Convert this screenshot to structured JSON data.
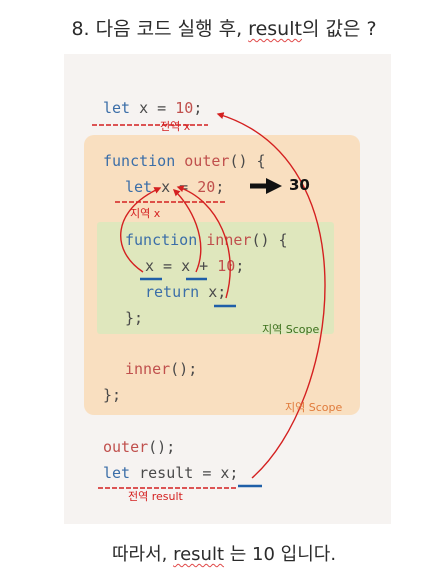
{
  "title": {
    "prefix": "8. 다음 코드 실행 후, ",
    "keyword": "result",
    "suffix": "의 값은 ?"
  },
  "code": {
    "l1": {
      "kw": "let",
      "rest": " x = ",
      "num": "10",
      "end": ";"
    },
    "l2": {
      "kw": "function",
      "name": " outer",
      "rest": "() {"
    },
    "l3": {
      "kw": "let",
      "rest": " x = ",
      "num": "20",
      "end": ";"
    },
    "l4": {
      "kw": "function",
      "name": " inner",
      "rest": "() {"
    },
    "l5": {
      "pre": "x = x + ",
      "num": "10",
      "end": ";"
    },
    "l6": {
      "kw": "return",
      "rest": " x;"
    },
    "l7": "};",
    "l8": {
      "name": "inner",
      "rest": "();"
    },
    "l9": "};",
    "l10": {
      "name": "outer",
      "rest": "();"
    },
    "l11": {
      "kw": "let",
      "rest": " result = x;"
    }
  },
  "labels": {
    "global_x": "전역 x",
    "local_x": "지역 x",
    "inner_scope": "지역 Scope",
    "outer_scope": "지역 Scope",
    "global_result": "전역 result"
  },
  "arrow_value": "30",
  "footer": {
    "prefix": "따라서, ",
    "keyword": "result",
    "suffix": " 는 10 입니다."
  },
  "colors": {
    "annotation": "#d42020",
    "underline_blue": "#1f5fa8",
    "outer_scope_bg": "#f9dfc0",
    "inner_scope_bg": "#dfe7bd"
  }
}
